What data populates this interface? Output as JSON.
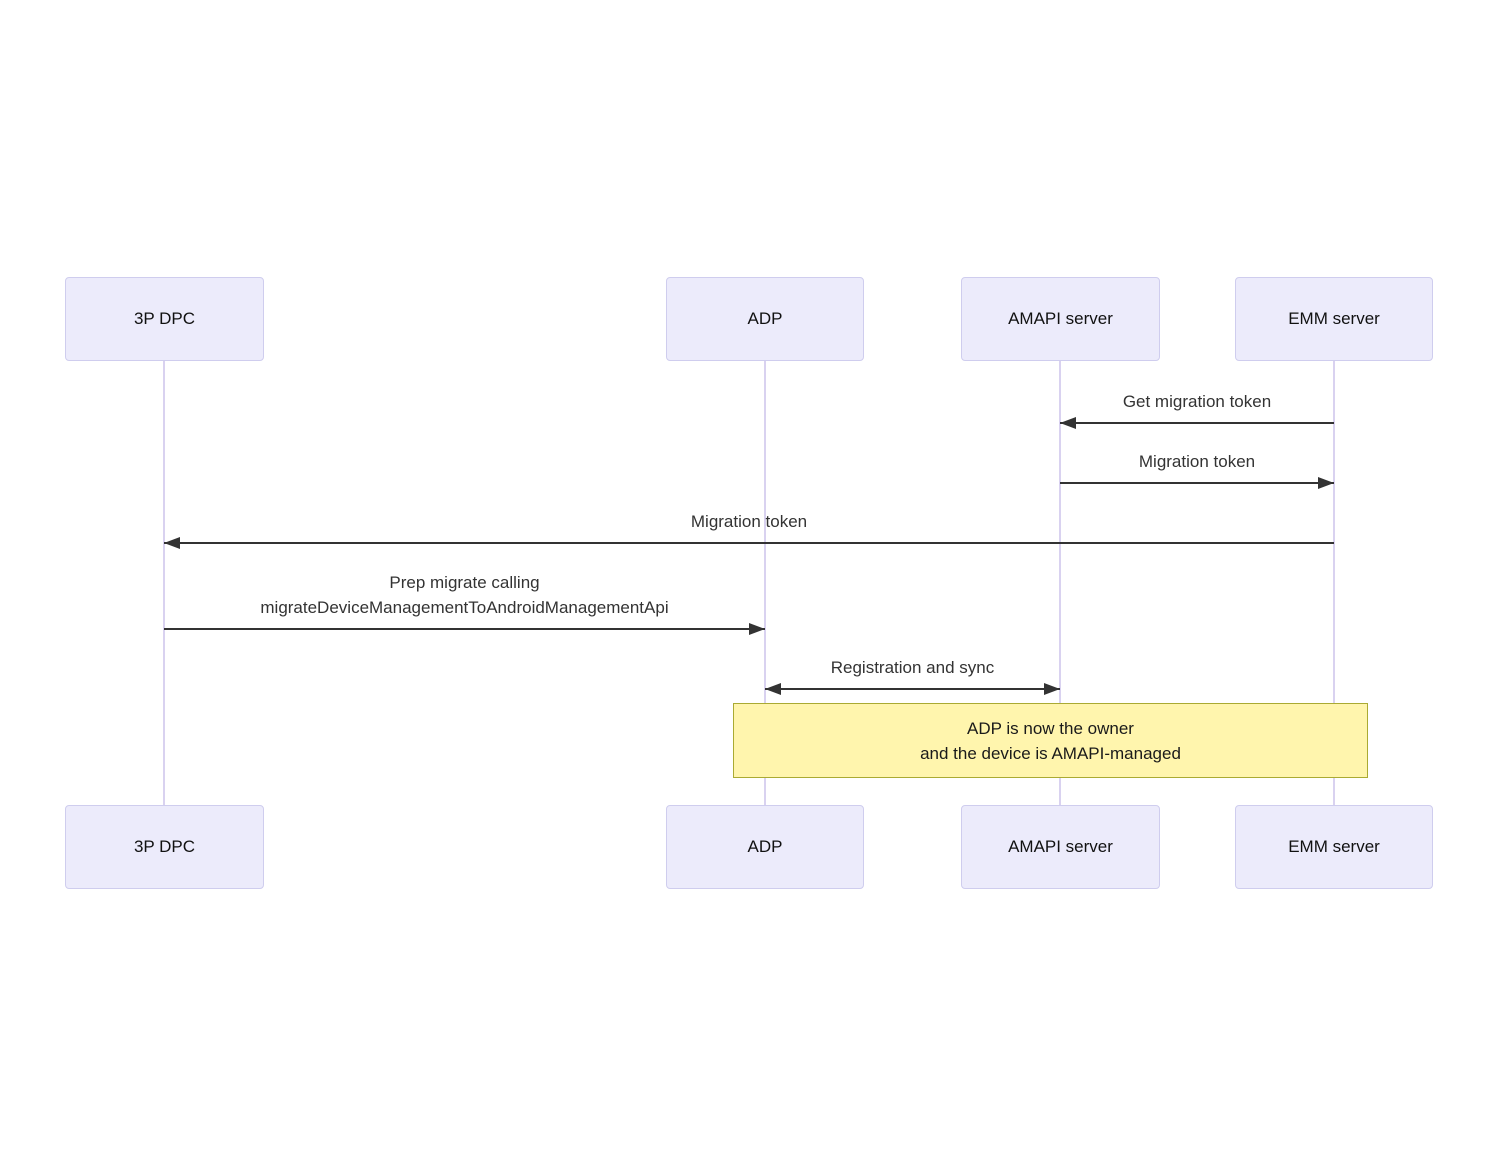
{
  "diagram": {
    "type": "sequence-diagram",
    "actors": [
      {
        "label": "3P DPC"
      },
      {
        "label": "ADP"
      },
      {
        "label": "AMAPI server"
      },
      {
        "label": "EMM server"
      }
    ],
    "messages": [
      {
        "label": "Get migration token",
        "from": "EMM server",
        "to": "AMAPI server",
        "direction": "left"
      },
      {
        "label": "Migration token",
        "from": "AMAPI server",
        "to": "EMM server",
        "direction": "right"
      },
      {
        "label": "Migration token",
        "from": "EMM server",
        "to": "3P DPC",
        "direction": "left"
      },
      {
        "label_line1": "Prep migrate calling",
        "label_line2": "migrateDeviceManagementToAndroidManagementApi",
        "from": "3P DPC",
        "to": "ADP",
        "direction": "right"
      },
      {
        "label": "Registration and sync",
        "from": "ADP",
        "to": "AMAPI server",
        "direction": "both"
      }
    ],
    "note": {
      "line1": "ADP is now the owner",
      "line2": "and the device is AMAPI-managed",
      "spans": "ADP to EMM server"
    },
    "colors": {
      "actor_fill": "#ECEBFB",
      "actor_border": "#CFCDEE",
      "lifeline": "#D9D2F0",
      "arrow": "#333333",
      "message_text": "#333333",
      "note_fill": "#FFF5AD",
      "note_border": "#AAAA33",
      "background": "#FFFFFF"
    }
  }
}
